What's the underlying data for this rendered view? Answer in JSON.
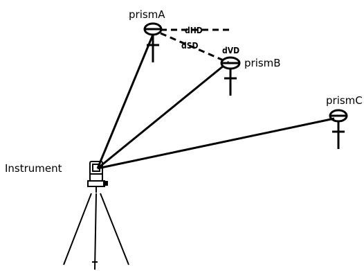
{
  "labels": {
    "prism_a": "prismA",
    "prism_b": "prismB",
    "prism_c": "prismC",
    "instrument": "Instrument",
    "dhd": "dHD",
    "dsd": "dSD",
    "dvd": "dVD"
  },
  "colors": {
    "ink": "#000000",
    "background": "#ffffff"
  }
}
